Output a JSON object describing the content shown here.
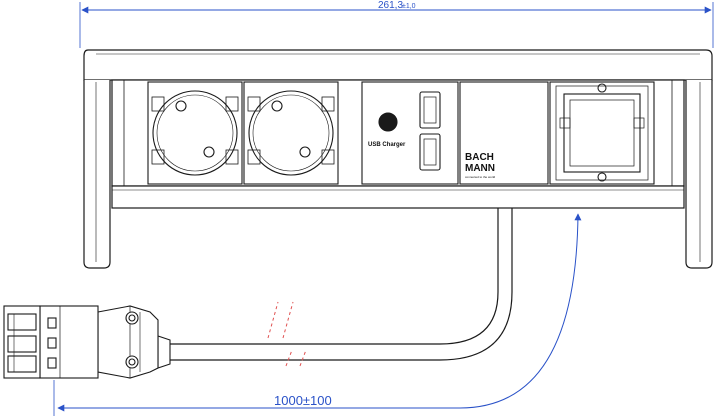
{
  "dimensions": {
    "width": {
      "value": "261,3",
      "tolerance": "±1,0"
    },
    "cable_length": "1000±100"
  },
  "module_labels": {
    "usb": "USB Charger",
    "brand_line1": "BACH",
    "brand_line2": "MANN",
    "brand_tagline": "connected to the world"
  },
  "colors": {
    "line": "#1a1a1a",
    "dimension": "#2a52c8",
    "break_mark": "#e05050"
  }
}
